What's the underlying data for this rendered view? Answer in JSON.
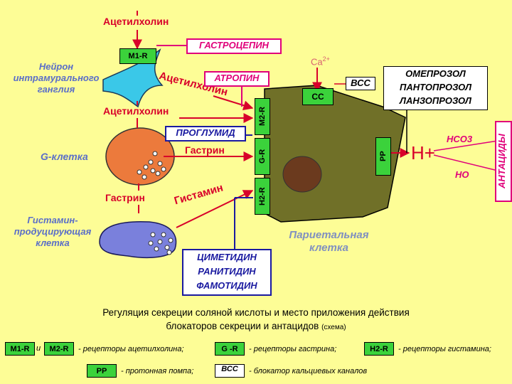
{
  "labels": {
    "acetylcholine_top": "Ацетилхолин",
    "m1r": "M1-R",
    "gastrocepin": "ГАСТРОЦЕПИН",
    "neuron": "Нейрон интрамурального ганглия",
    "acetylcholine_diag": "Ацетилхолин",
    "atropin": "АТРОПИН",
    "acetylcholine_mid": "Ацетилхолин",
    "ca2": "Ca",
    "ca2_sup": "2+",
    "bcc_top": "ВСС",
    "cc": "CC",
    "m2r": "M2-R",
    "proglumid": "ПРОГЛУМИД",
    "gastrin_top": "Гастрин",
    "gr": "G-R",
    "g_cell": "G-клетка",
    "pp": "PP",
    "h_plus": "H+",
    "hco3": "HCO3",
    "ho": "HO",
    "antacids": "АНТАЦИДЫ",
    "ppi": [
      "ОМЕПРОЗОЛ",
      "ПАНТОПРОЗОЛ",
      "ЛАНЗОПРОЗОЛ"
    ],
    "gastrin_bottom": "Гастрин",
    "histamine": "Гистамин",
    "h2r": "H2-R",
    "histamine_cell": "Гистамин-продуцирующая клетка",
    "parietal_cell": "Париетальная клетка",
    "h2_blockers": [
      "ЦИМЕТИДИН",
      "РАНИТИДИН",
      "ФАМОТИДИН"
    ]
  },
  "caption": {
    "line1": "Регуляция секреции соляной кислоты и место приложения действия",
    "line2": "блокаторов секреции и антацидов",
    "schema": "(схема)"
  },
  "legend": {
    "m1": "M1-R",
    "and": "и",
    "m2": "M2-R",
    "m_desc": "- рецепторы ацетилхолина;",
    "g": "G -R",
    "g_desc": "- рецепторы гастрина;",
    "h2": "H2-R",
    "h2_desc": "- рецепторы гистамина;",
    "pp": "PP",
    "pp_desc": "- протонная помпа;",
    "bcc": "ВСС",
    "bcc_desc": "- блокатор кальциевых каналов"
  },
  "colors": {
    "background": "#fdfd96",
    "receptor": "#3bd23b",
    "parietal": "#707028",
    "arrow": "#d8002a",
    "magenta": "#e0007a",
    "navy": "#1a1aa0",
    "label_blue": "#5a6ec8"
  }
}
